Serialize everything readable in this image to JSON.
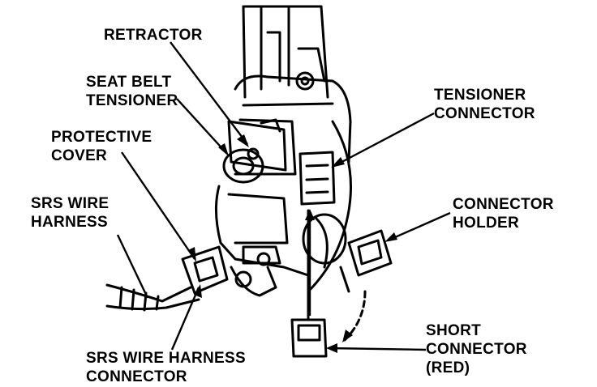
{
  "labels": {
    "retractor": "RETRACTOR",
    "seat_belt_tensioner": [
      "SEAT BELT",
      "TENSIONER"
    ],
    "protective_cover": [
      "PROTECTIVE",
      "COVER"
    ],
    "srs_wire_harness": [
      "SRS WIRE",
      "HARNESS"
    ],
    "srs_wire_harness_connector": [
      "SRS WIRE HARNESS",
      "CONNECTOR"
    ],
    "tensioner_connector": [
      "TENSIONER",
      "CONNECTOR"
    ],
    "connector_holder": [
      "CONNECTOR",
      "HOLDER"
    ],
    "short_connector": [
      "SHORT",
      "CONNECTOR",
      "(RED)"
    ]
  }
}
